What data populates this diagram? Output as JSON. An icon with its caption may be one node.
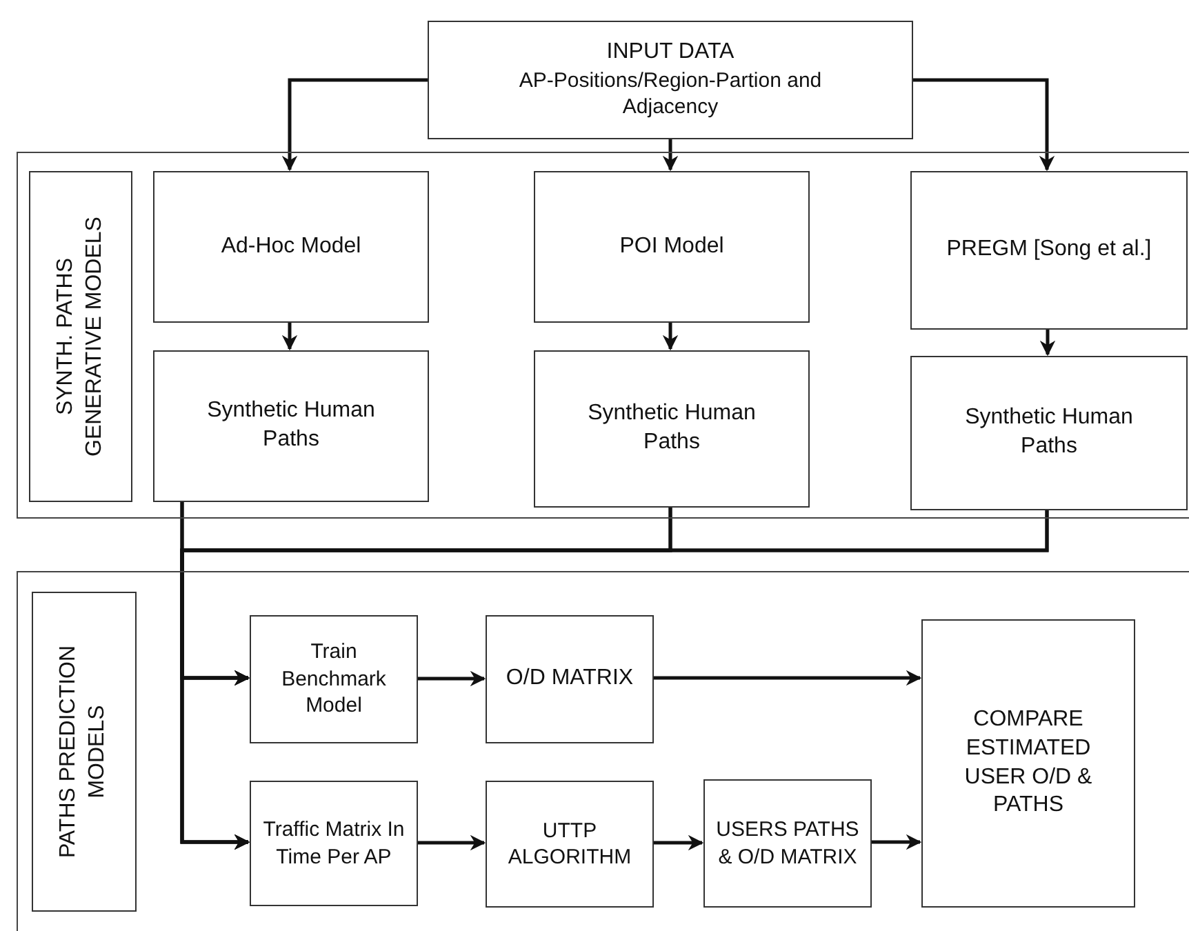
{
  "diagram": {
    "nodes": [
      {
        "text": [
          "INPUT DATA",
          "AP-Positions/Region-Partion and Adjacency"
        ]
      },
      {
        "text": [],
        "shape": "box"
      },
      {
        "text": [
          "SYNTH. PATHS GENERATIVE MODELS"
        ],
        "in": 1
      },
      {
        "text": [
          "Ad-Hoc Model"
        ],
        "in": 1
      },
      {
        "text": [
          "Synthetic Human Paths"
        ],
        "in": 1
      },
      {
        "text": [
          "POI Model"
        ],
        "in": 1
      },
      {
        "text": [
          "Synthetic Human Paths"
        ],
        "in": 1
      },
      {
        "text": [
          "PREGM [Song et al.]"
        ],
        "in": 1
      },
      {
        "text": [
          "Synthetic Human Paths"
        ],
        "in": 1
      },
      {
        "text": [],
        "shape": "box"
      },
      {
        "text": [
          "PATHS PREDICTION MODELS"
        ],
        "in": 9
      },
      {
        "text": [
          "Train Benchmark Model"
        ],
        "in": 9
      },
      {
        "text": [
          "O/D MATRIX"
        ],
        "in": 9
      },
      {
        "text": [
          "Traffic Matrix In Time Per AP"
        ],
        "in": 9
      },
      {
        "text": [
          "UTTP ALGORITHM"
        ],
        "in": 9
      },
      {
        "text": [
          "USERS PATHS & O/D MATRIX"
        ],
        "in": 9
      },
      {
        "text": [
          "COMPARE ESTIMATED USER O/D & PATHS"
        ],
        "in": 9
      }
    ],
    "edges": [
      {
        "from": 0,
        "to": 3,
        "arrow": "to"
      },
      {
        "from": 0,
        "to": 5,
        "arrow": "to"
      },
      {
        "from": 0,
        "to": 7,
        "arrow": "to"
      },
      {
        "from": 3,
        "to": 4,
        "arrow": "to"
      },
      {
        "from": 5,
        "to": 6,
        "arrow": "to"
      },
      {
        "from": 7,
        "to": 8,
        "arrow": "to"
      },
      {
        "from": 4,
        "to": 11,
        "arrow": "to"
      },
      {
        "from": 6,
        "to": 11,
        "arrow": "to"
      },
      {
        "from": 8,
        "to": 11,
        "arrow": "to"
      },
      {
        "from": 4,
        "to": 13,
        "arrow": "to"
      },
      {
        "from": 6,
        "to": 13,
        "arrow": "to"
      },
      {
        "from": 8,
        "to": 13,
        "arrow": "to"
      },
      {
        "from": 11,
        "to": 12,
        "arrow": "to"
      },
      {
        "from": 12,
        "to": 16,
        "arrow": "to"
      },
      {
        "from": 13,
        "to": 14,
        "arrow": "to"
      },
      {
        "from": 14,
        "to": 15,
        "arrow": "to"
      },
      {
        "from": 15,
        "to": 16,
        "arrow": "to"
      }
    ]
  }
}
